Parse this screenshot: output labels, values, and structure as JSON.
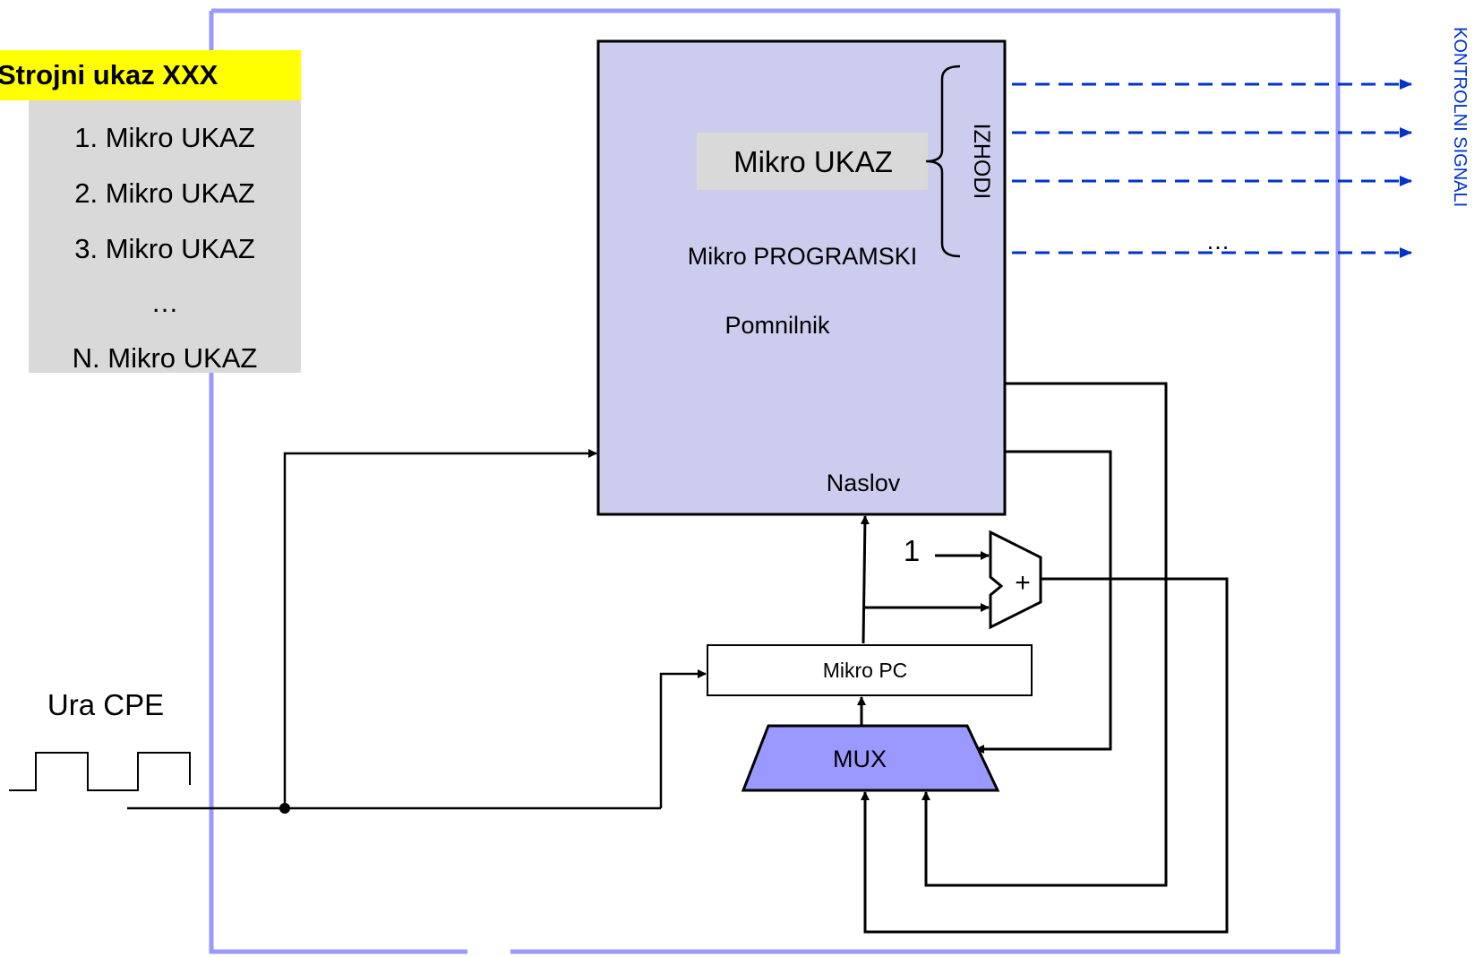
{
  "program_box": {
    "title": "Strojni ukaz XXX",
    "items": [
      "1. Mikro UKAZ",
      "2. Mikro UKAZ",
      "3. Mikro UKAZ",
      "…",
      "N. Mikro UKAZ"
    ]
  },
  "memory": {
    "micro_instruction": "Mikro UKAZ",
    "label_line1": "Mikro PROGRAMSKI",
    "label_line2": "Pomnilnik",
    "address_label": "Naslov",
    "outputs_label": "IZHODI"
  },
  "control_signals": {
    "label": "KONTROLNI SIGNALI",
    "ellipsis": "…"
  },
  "adder": {
    "constant": "1",
    "symbol": "+"
  },
  "micro_pc": {
    "label": "Mikro PC"
  },
  "mux": {
    "label": "MUX"
  },
  "clock": {
    "label": "Ura CPE"
  },
  "colors": {
    "frame": "#9999ff",
    "memory_fill": "#ccccee",
    "mux_fill": "#9999ff",
    "control_arrows": "#0033cc",
    "title_bg": "#ffff00",
    "list_bg": "#d9d9d9"
  }
}
